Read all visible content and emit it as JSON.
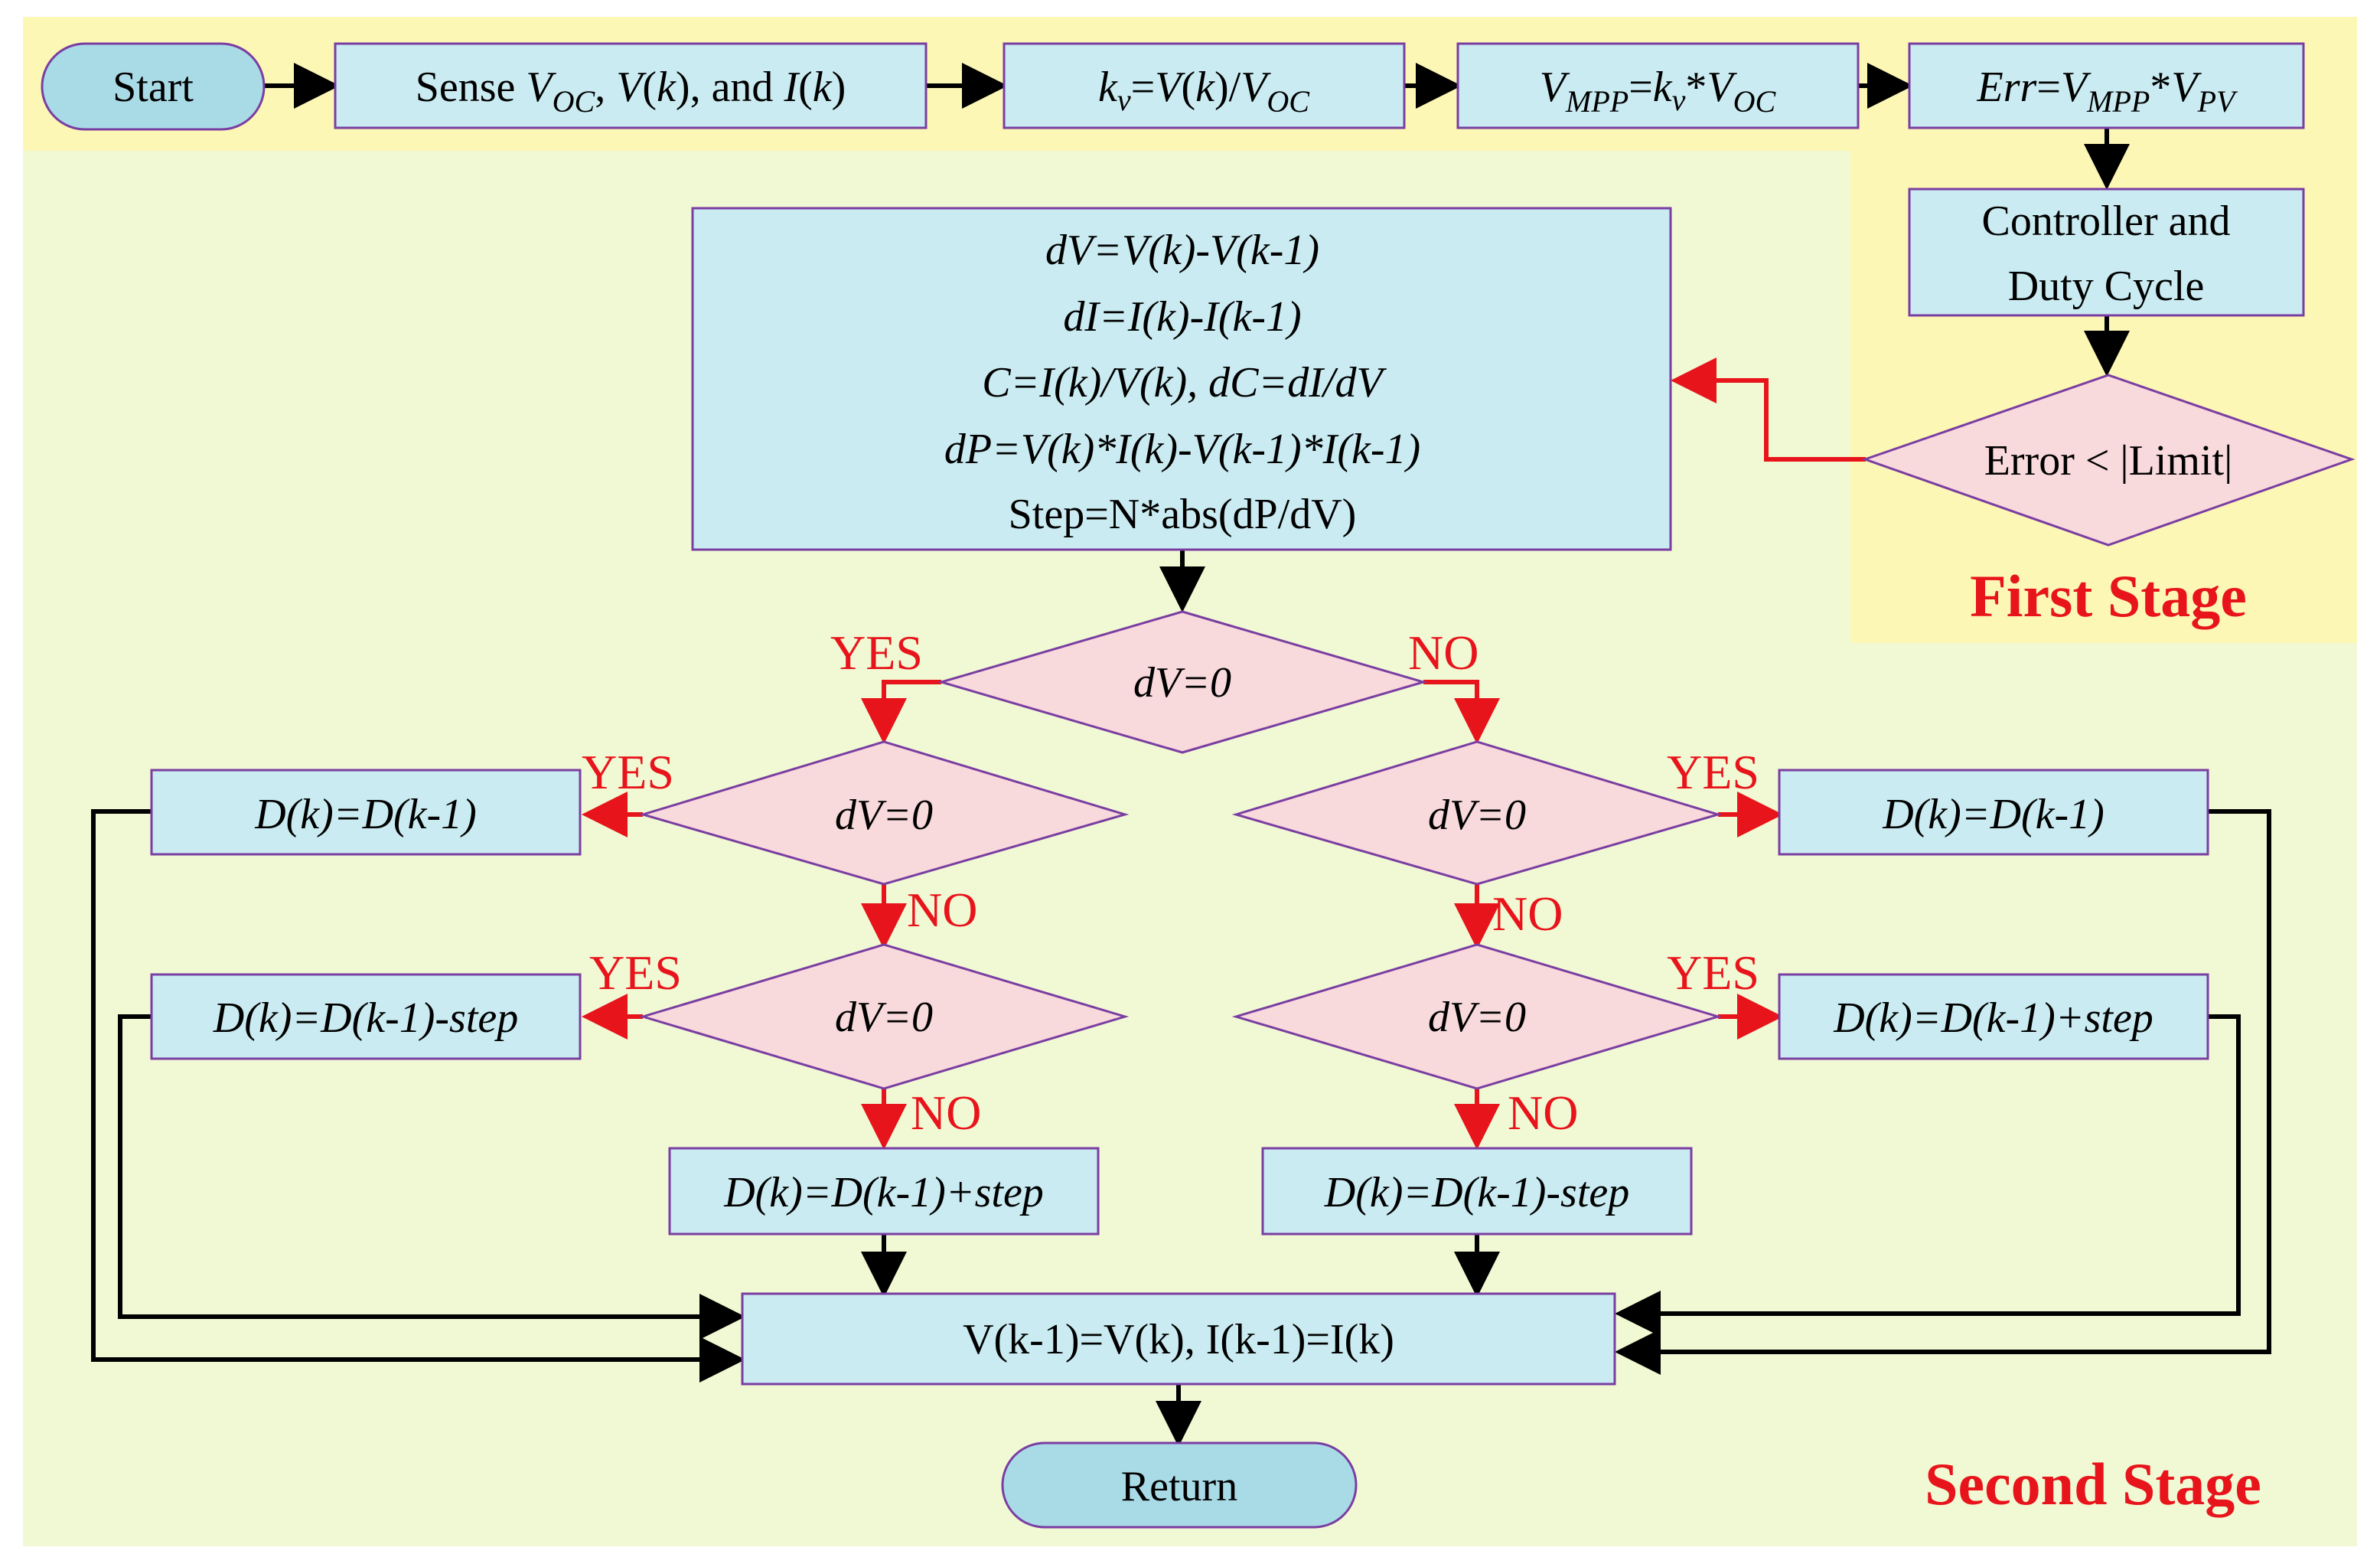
{
  "colors": {
    "first_stage_bg": "#fdf7b5",
    "second_stage_bg": "#f1f9d4",
    "box_fill": "#c9ebf1",
    "box_stroke": "#7a3ea2",
    "diamond_fill": "#f8d9dc",
    "terminal_fill": "#a9dbe7",
    "arrow_black": "#000000",
    "arrow_red": "#e8141b",
    "stage_label": "#e8141b"
  },
  "top_row": {
    "start": "Start",
    "sense": {
      "pre": "Sense ",
      "v": "V",
      "oc": "OC",
      "mid1": ", ",
      "vk": "V",
      "k1": "k",
      "mid2": "), and ",
      "ik": "I",
      "k2": "k"
    },
    "kv": {
      "k": "k",
      "v": "v",
      "eq": "=",
      "V": "V",
      "kk": "k",
      "slash": ")/",
      "V2": "V",
      "oc": "OC"
    },
    "vmpp": {
      "V": "V",
      "mpp": "MPP",
      "eq": "=",
      "k": "k",
      "v": "v",
      "star": "*",
      "V2": "V",
      "oc": "OC"
    },
    "err": {
      "err": "Err",
      "eq": "=",
      "V": "V",
      "mpp": "MPP",
      "star": "*",
      "V2": "V",
      "pv": "PV"
    }
  },
  "first_stage": {
    "controller_line1": "Controller and",
    "controller_line2": "Duty Cycle",
    "error_limit": "Error < |Limit|",
    "label": "First Stage"
  },
  "calc_box": {
    "line1": "dV=V(k)-V(k-1)",
    "line2": "dI=I(k)-I(k-1)",
    "line3": "C=I(k)/V(k),  dC=dI/dV",
    "line4": "dP=V(k)*I(k)-V(k-1)*I(k-1)",
    "line5": "Step=N*abs(dP/dV)"
  },
  "diamonds": {
    "top": "dV=0",
    "left1": "dV=0",
    "left2": "dV=0",
    "right1": "dV=0",
    "right2": "dV=0"
  },
  "labels": {
    "yes": "YES",
    "no": "NO"
  },
  "boxes": {
    "left_yes1": "D(k)=D(k-1)",
    "left_yes2": "D(k)=D(k-1)-step",
    "left_no2": "D(k)=D(k-1)+step",
    "right_yes1": "D(k)=D(k-1)",
    "right_yes2": "D(k)=D(k-1)+step",
    "right_no2": "D(k)=D(k-1)-step",
    "update": "V(k-1)=V(k),  I(k-1)=I(k)",
    "return": "Return"
  },
  "second_stage": {
    "label": "Second Stage"
  }
}
